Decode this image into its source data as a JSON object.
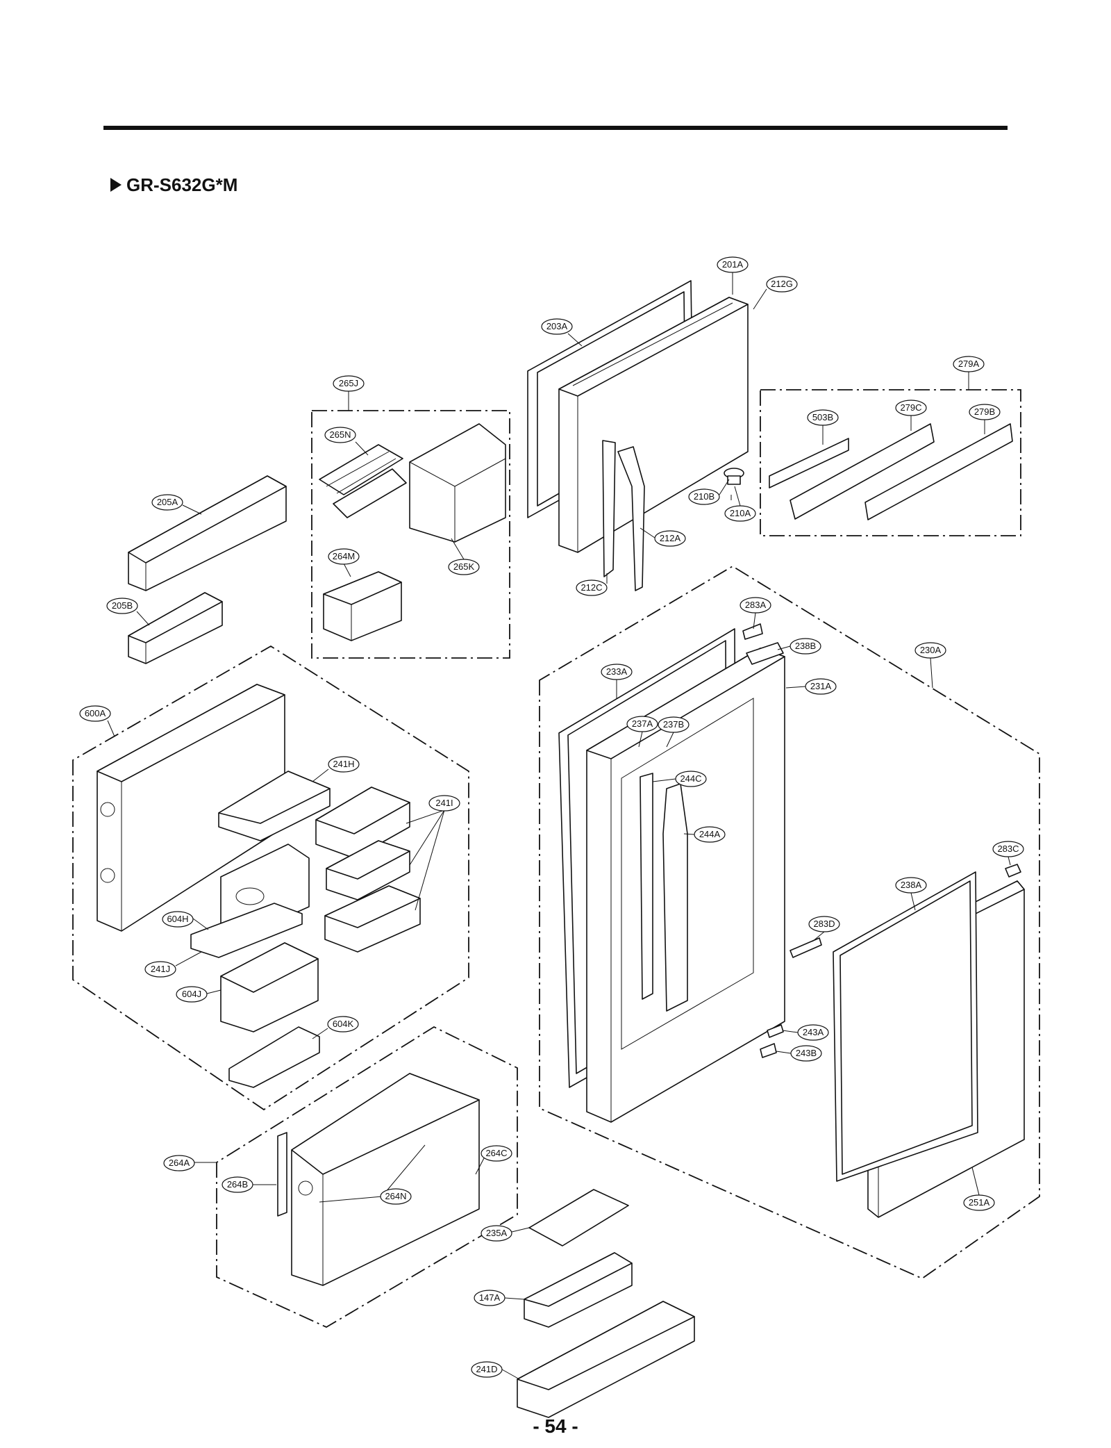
{
  "header": {
    "model_title": "GR-S632G*M"
  },
  "footer": {
    "page_number": "- 54 -"
  },
  "callouts": [
    "201A",
    "212G",
    "203A",
    "279A",
    "265J",
    "503B",
    "279C",
    "279B",
    "265N",
    "210B",
    "210A",
    "205A",
    "212A",
    "264M",
    "265K",
    "212C",
    "205B",
    "283A",
    "238B",
    "230A",
    "233A",
    "231A",
    "600A",
    "237A",
    "237B",
    "241H",
    "244C",
    "241I",
    "244A",
    "283C",
    "238A",
    "604H",
    "283D",
    "241J",
    "604J",
    "243A",
    "604K",
    "243B",
    "264C",
    "264A",
    "264B",
    "264N",
    "235A",
    "251A",
    "147A",
    "241D"
  ]
}
